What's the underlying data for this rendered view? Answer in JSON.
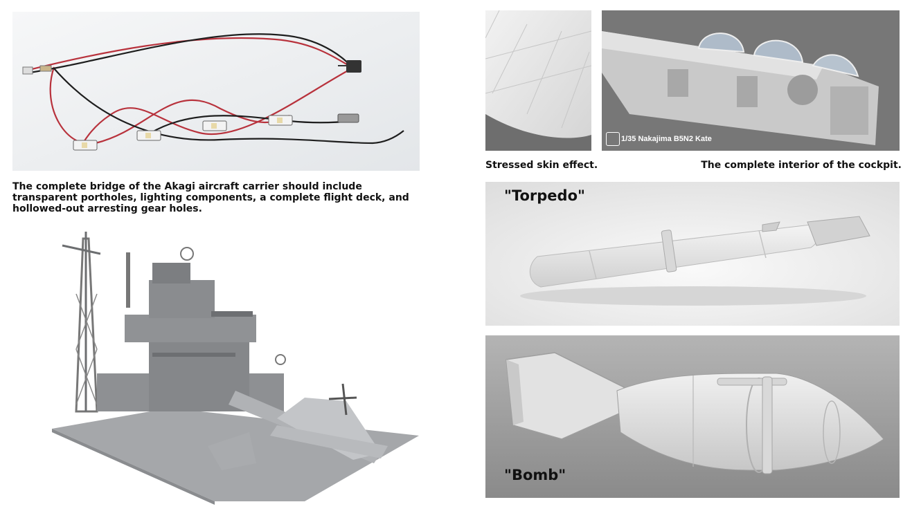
{
  "wiring_photo": {
    "icon": "led-lighting-harness-photo"
  },
  "bridge_description": "The complete bridge of the Akagi aircraft carrier should include transparent portholes, lighting components, a complete flight deck, and hollowed-out arresting gear holes.",
  "bridge_render": {
    "icon": "akagi-bridge-and-aircraft-render"
  },
  "skin_panel": {
    "caption": "Stressed skin effect.",
    "icon": "stressed-skin-render"
  },
  "cockpit_panel": {
    "caption": "The complete interior of the cockpit.",
    "watermark_text": "1/35 Nakajima B5N2 Kate",
    "icon": "cockpit-interior-render"
  },
  "torpedo_panel": {
    "label": "\"Torpedo\"",
    "icon": "torpedo-render"
  },
  "bomb_panel": {
    "label": "\"Bomb\"",
    "icon": "bomb-render"
  },
  "colors": {
    "wire_red": "#b8323c",
    "wire_black": "#1e1e1e",
    "model_grey": "#9a9c9f",
    "render_bg": "#d9d9d9",
    "cockpit_bg": "#777777",
    "bomb_bg": "#9b9b9b"
  }
}
